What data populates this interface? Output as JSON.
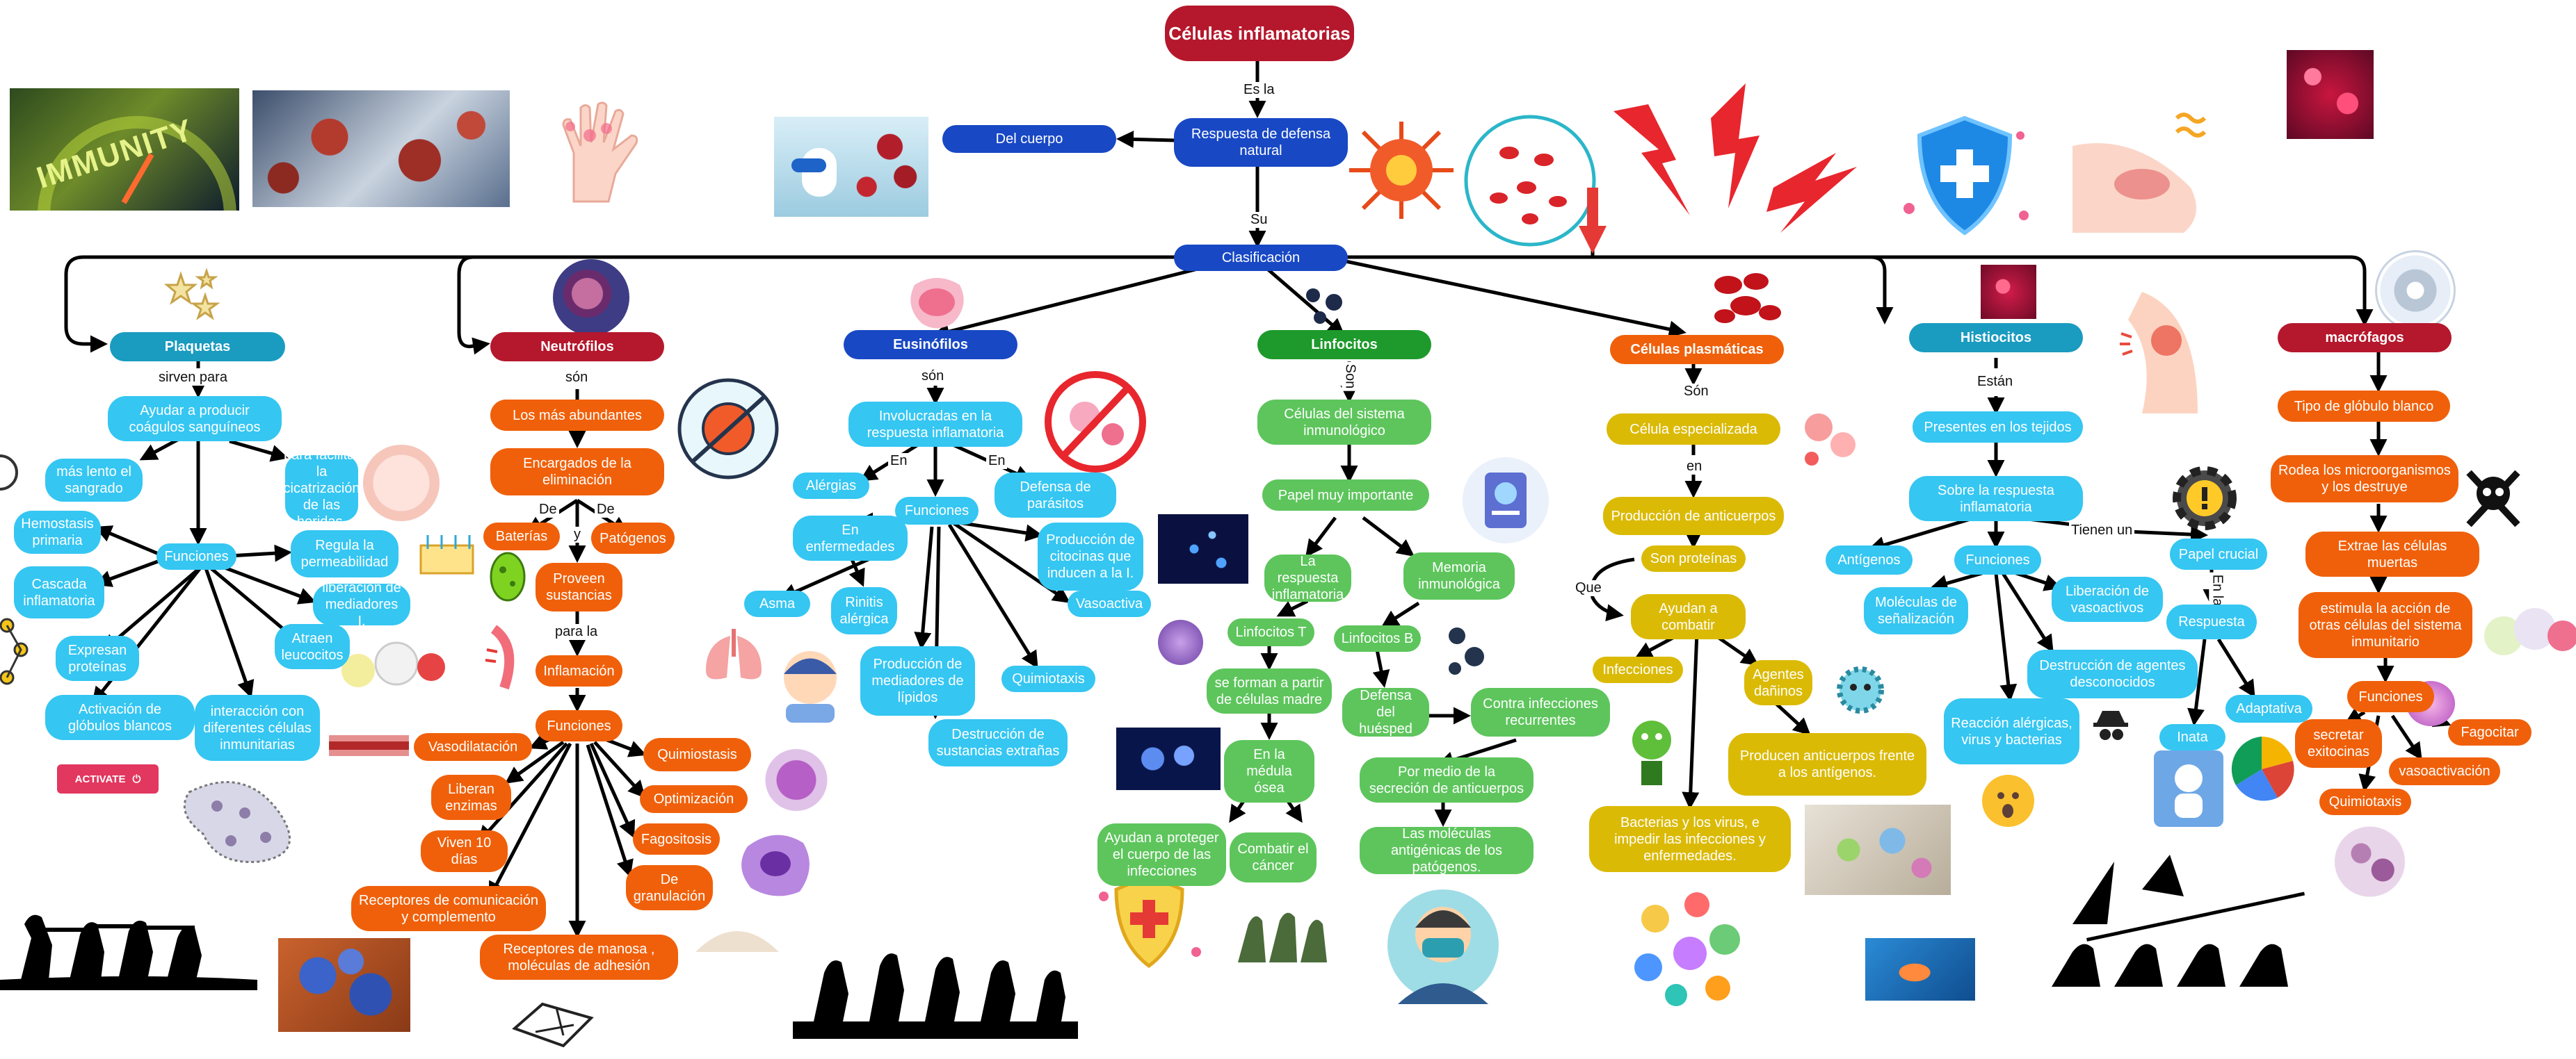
{
  "title": "Células inflamatorias",
  "colors": {
    "title": "#b5172c",
    "navy": "#1848c4",
    "cyan": "#35c6f2",
    "orange": "#f0600a",
    "green": "#5dc55c",
    "darkgreen": "#1d9a2b",
    "yellow": "#dbba06",
    "teal": "#1a9bc0",
    "crimson": "#b5172c",
    "line": "#000000"
  },
  "center": {
    "es_la": "Es la",
    "respuesta": "Respuesta de defensa natural",
    "del_cuerpo": "Del cuerpo",
    "su": "Su",
    "clasificacion": "Clasificación"
  },
  "plaquetas": {
    "title": "Plaquetas",
    "sirven": "sirven para",
    "ayudar": "Ayudar a producir coágulos sanguíneos",
    "lento": "más lento el sangrado",
    "cicatriz": "para facilitar la cicatrización de las heridas.",
    "funciones": "Funciones",
    "hemostasis": "Hemostasis primaria",
    "cascada": "Cascada inflamatoria",
    "expresan": "Expresan proteínas",
    "activacion": "Activación de glóbulos blancos",
    "interaccion": "interacción con diferentes células inmunitarias",
    "atraen": "Atraen leucocitos",
    "liberacion": "liberación de mediadores I.",
    "regula": "Regula la permeabilidad",
    "activate": "ACTIVATE"
  },
  "neutrofilos": {
    "title": "Neutrófilos",
    "son": "són",
    "abundantes": "Los más abundantes",
    "encargados": "Encargados de la eliminación",
    "de1": "De",
    "de2": "De",
    "y": "y",
    "bacterias": "Baterías",
    "patogenos": "Patógenos",
    "proveen": "Proveen sustancias",
    "para_la": "para la",
    "inflamacion": "Inflamación",
    "funciones": "Funciones",
    "vasodilatacion": "Vasodilatación",
    "liberan": "Liberan enzimas",
    "viven": "Viven 10 días",
    "receptores_com": "Receptores de comunicación y complemento",
    "receptores_man": "Receptores de manosa , moléculas de adhesión",
    "quimiostasis": "Quimiostasis",
    "optimizacion": "Optimización",
    "fagositosis": "Fagositosis",
    "granulacion": "De granulación"
  },
  "eosinofilos": {
    "title": "Eusinófilos",
    "son": "són",
    "involucradas": "Involucradas en la respuesta inflamatoria",
    "en1": "En",
    "en2": "En",
    "alergias": "Alérgias",
    "enfermedades": "En enfermedades",
    "asma": "Asma",
    "rinitis": "Rinitis alérgica",
    "funciones": "Funciones",
    "parasitos": "Defensa de parásitos",
    "citocinas": "Producción de citocinas que inducen a la I.",
    "vasoactiva": "Vasoactiva",
    "quimiotaxis": "Quimiotaxis",
    "mediadores": "Producción de mediadores de lípidos",
    "destruccion": "Destrucción de sustancias extrañas"
  },
  "linfocitos": {
    "title": "Linfocitos",
    "son": "Son",
    "celulas": "Células del sistema inmunológico",
    "papel": "Papel muy importante",
    "respuesta": "La respuesta inflamatoria",
    "memoria": "Memoria inmunológica",
    "t": "Linfocitos T",
    "b": "Linfocitos B",
    "forman": "se forman a partir de células madre",
    "medula": "En la médula ósea",
    "ayudan": "Ayudan a proteger el cuerpo de las infecciones",
    "cancer": "Combatir el cáncer",
    "defensa": "Defensa del huésped",
    "contra": "Contra infecciones recurrentes",
    "secrecion": "Por medio de la secreción de anticuerpos",
    "moleculas": "Las moléculas antigénicas de los patógenos."
  },
  "plasmaticas": {
    "title": "Células plasmáticas",
    "son": "Són",
    "especializada": "Célula especializada",
    "en": "en",
    "produccion": "Producción de anticuerpos",
    "proteinas": "Son proteínas",
    "que": "Que",
    "ayudan": "Ayudan a combatir",
    "infecciones": "Infecciones",
    "agentes": "Agentes dañinos",
    "bacterias": "Bacterias y los virus, e impedir las infecciones y enfermedades.",
    "producen": "Producen anticuerpos frente a los antígenos."
  },
  "histiocitos": {
    "title": "Histiocitos",
    "estan": "Están",
    "presentes": "Presentes en los tejidos",
    "sobre": "Sobre la respuesta inflamatoria",
    "antigenos": "Antígenos",
    "funciones": "Funciones",
    "vasoactivos": "Liberación de vasoactivos",
    "senalizacion": "Moléculas de señalización",
    "reaccion": "Reacción alérgicas, virus y bacterias",
    "destruccion": "Destrucción de agentes desconocidos",
    "tienen": "Tienen un",
    "papel": "Papel crucial",
    "en_la": "En la",
    "respuesta": "Respuesta",
    "innata": "Inata",
    "adaptativa": "Adaptativa"
  },
  "macrofagos": {
    "title": "macrófagos",
    "tipo": "Tipo de glóbulo blanco",
    "rodea": "Rodea los microorganismos y los destruye",
    "extrae": "Extrae las células muertas",
    "estimula": "estimula la acción de otras células del sistema inmunitario",
    "funciones": "Funciones",
    "secretar": "secretar exitocinas",
    "fagocitar": "Fagocitar",
    "vasoactivacion": "vasoactivación",
    "quimiotaxis": "Quimiotaxis"
  },
  "image_texts": {
    "immunity": "IMMUNITY"
  }
}
